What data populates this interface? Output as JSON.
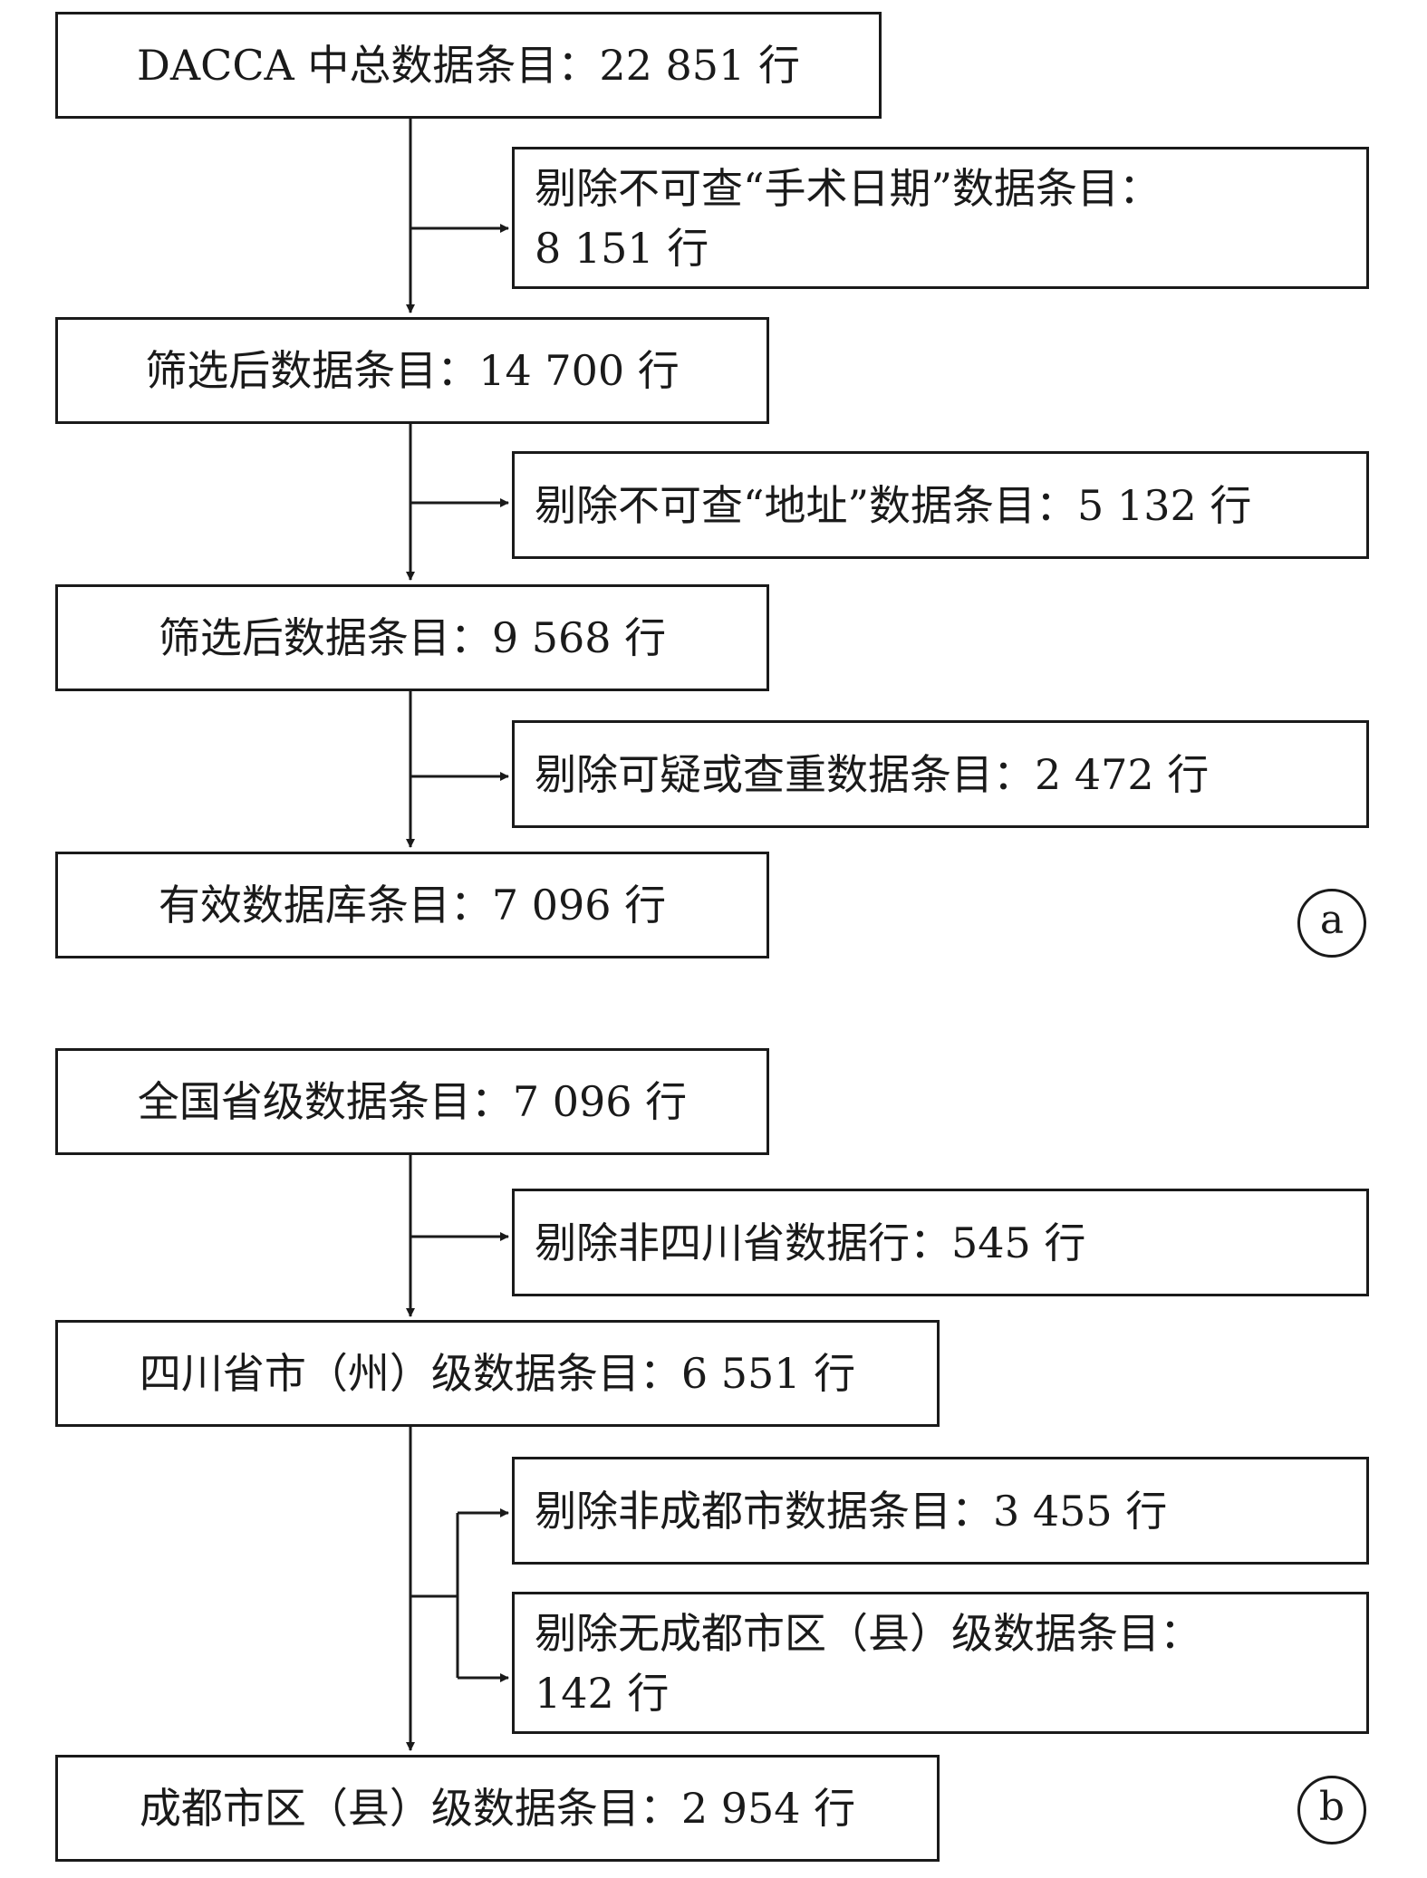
{
  "diagram_a": {
    "badge": "a",
    "main_boxes": [
      "DACCA 中总数据条目：22 851 行",
      "筛选后数据条目：14 700 行",
      "筛选后数据条目：9 568 行",
      "有效数据库条目：7 096 行"
    ],
    "exclusions": [
      {
        "line1": "剔除不可查“手术日期”数据条目：",
        "line2": "8 151 行"
      },
      {
        "line1": "剔除不可查“地址”数据条目：5 132 行"
      },
      {
        "line1": "剔除可疑或查重数据条目：2 472 行"
      }
    ]
  },
  "diagram_b": {
    "badge": "b",
    "main_boxes": [
      "全国省级数据条目：7 096 行",
      "四川省市（州）级数据条目：6 551 行",
      "成都市区（县）级数据条目：2 954 行"
    ],
    "exclusions": [
      {
        "line1": "剔除非四川省数据行：545 行"
      },
      {
        "line1": "剔除非成都市数据条目：3 455 行"
      },
      {
        "line1": "剔除无成都市区（县）级数据条目：",
        "line2": "142 行"
      }
    ]
  }
}
